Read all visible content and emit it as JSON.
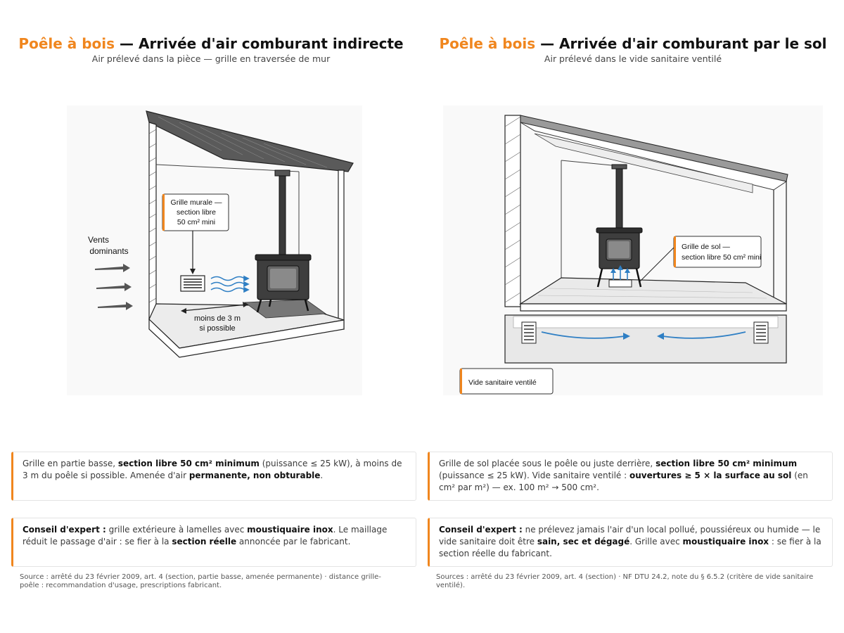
{
  "left": {
    "title_accent": "Poêle à bois",
    "title_rest": " — Arrivée d'air comburant indirecte",
    "subtitle": "Air prélevé dans la pièce — grille en traversée de mur",
    "illustration": {
      "callout_line1": "Grille murale —",
      "callout_line2": "section libre",
      "callout_line3": "50 cm² mini",
      "winds_line1": "Vents",
      "winds_line2": "dominants",
      "distance_line1": "moins de 3 m",
      "distance_line2": "si possible"
    },
    "info": {
      "t1": "Grille en partie basse, ",
      "b1": "section libre 50 cm² minimum",
      "t2": " (puissance ≤ 25 kW), à moins de 3 m du poêle si possible. Amenée d'air ",
      "b2": "permanente, non obturable",
      "t3": "."
    },
    "tip": {
      "label": "Conseil d'expert :",
      "t1": " grille extérieure à lamelles avec ",
      "b1": "moustiquaire inox",
      "t2": ". Le maillage réduit le passage d'air : se fier à la ",
      "b2": "section réelle",
      "t3": " annoncée par le fabricant."
    },
    "source": "Source : arrêté du 23 février 2009, art. 4 (section, partie basse, amenée permanente) · distance grille-poêle : recommandation d'usage, prescriptions fabricant."
  },
  "right": {
    "title_accent": "Poêle à bois",
    "title_rest": " — Arrivée d'air comburant par le sol",
    "subtitle": "Air prélevé dans le vide sanitaire ventilé",
    "illustration": {
      "callout_line1": "Grille de sol —",
      "callout_line2": "section libre 50 cm² mini",
      "crawlspace_label": "Vide sanitaire ventilé"
    },
    "info": {
      "t1": "Grille de sol placée sous le poêle ou juste derrière, ",
      "b1": "section libre 50 cm² minimum",
      "t2": " (puissance ≤ 25 kW). Vide sanitaire ventilé : ",
      "b2": "ouvertures ≥ 5 × la surface au sol",
      "t3": " (en cm² par m²) — ex. 100 m² → 500 cm²."
    },
    "tip": {
      "label": "Conseil d'expert :",
      "t1": " ne prélevez jamais l'air d'un local pollué, poussiéreux ou humide — le vide sanitaire doit être ",
      "b1": "sain, sec et dégagé",
      "t2": ". Grille avec ",
      "b2": "moustiquaire inox",
      "t3": " : se fier à la section réelle du fabricant."
    },
    "source": "Sources : arrêté du 23 février 2009, art. 4 (section) · NF DTU 24.2, note du § 6.5.2 (critère de vide sanitaire ventilé)."
  },
  "colors": {
    "accent": "#f0861e",
    "arrow_blue": "#2f7fc4"
  }
}
